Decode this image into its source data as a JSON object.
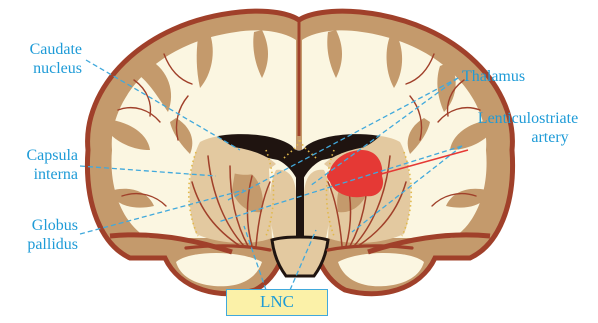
{
  "colors": {
    "label": "#1e9bd7",
    "leader": "#41a9dc",
    "cortex": "#c49a6c",
    "white_matter": "#fbf6e1",
    "vessels": "#a0402a",
    "ventricle": "#1f1410",
    "basal_ganglia": "#e3c9a0",
    "hemorrhage": "#e53935",
    "lnc_box_fill": "#fbf1a8"
  },
  "labels": {
    "caudate_nucleus": [
      "Caudate",
      "nucleus"
    ],
    "capsula_interna": [
      "Capsula",
      "interna"
    ],
    "globus_pallidus": [
      "Globus",
      "pallidus"
    ],
    "thalamus": [
      "Thalamus"
    ],
    "lenticulostriate_artery": [
      "Lenticulostriate",
      "artery"
    ],
    "lnc": "LNC"
  }
}
